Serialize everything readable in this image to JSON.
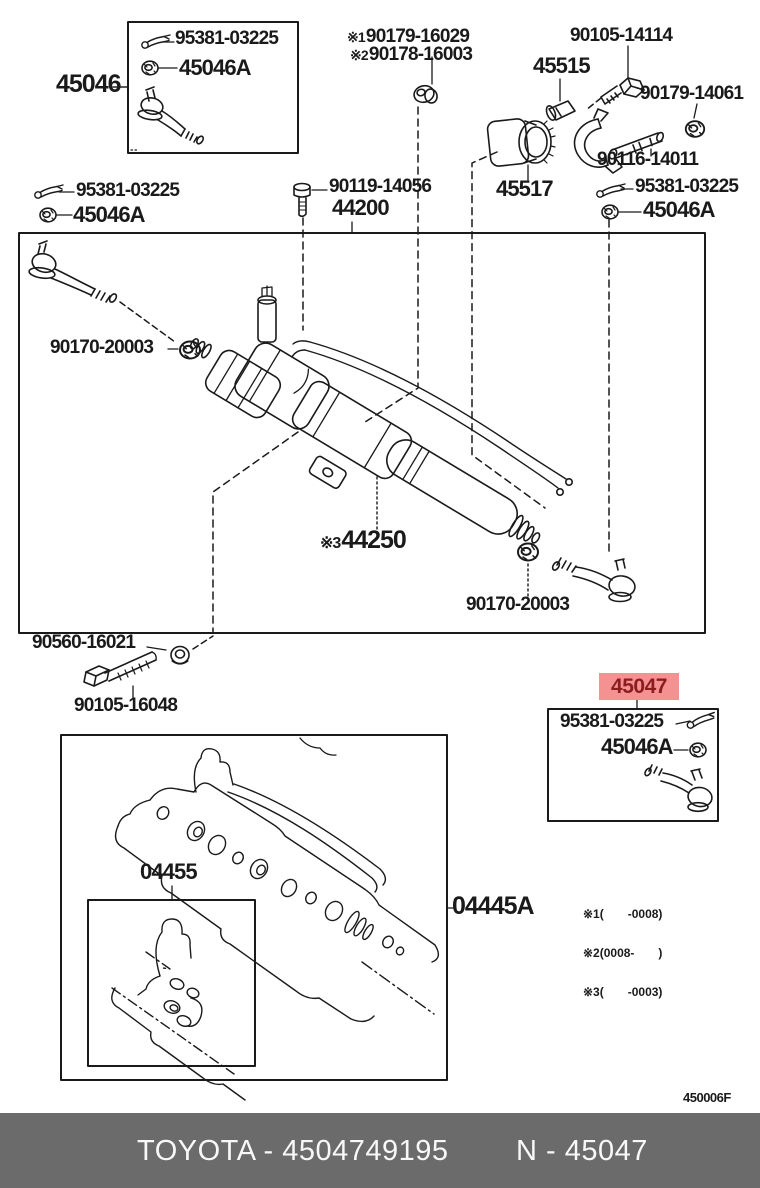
{
  "page": {
    "figure_code": "450006F",
    "footer_bar": {
      "bg": "#6b6b6b",
      "brand_part": "TOYOTA - 4504749195",
      "figure_ref": "N - 45047"
    }
  },
  "highlight": {
    "part": "45047",
    "bg": "#f49292",
    "color": "#8b1d1d"
  },
  "labels": {
    "tl_box": {
      "pin": "95381-03225",
      "nut": "45046A",
      "assembly": "45046"
    },
    "top_nuts": {
      "p1_prefix": "※1",
      "p1": "90179-16029",
      "p2_prefix": "※2",
      "p2": "90178-16003"
    },
    "top_right": {
      "bolt": "90105-14114",
      "clamp": "45515",
      "nut": "90179-14061",
      "stud": "90116-14011",
      "grommet": "45517"
    },
    "mid": {
      "bolt": "90119-14056",
      "gear": "44200",
      "left_pin": "95381-03225",
      "left_nut": "45046A",
      "right_pin": "95381-03225",
      "right_nut": "45046A"
    },
    "rack": {
      "nut_left": "90170-20003",
      "prefix": "※3",
      "part": "44250",
      "nut_right": "90170-20003"
    },
    "bottom_left": {
      "washer": "90560-16021",
      "bolt": "90105-16048"
    },
    "tie_rod_box": {
      "pin": "95381-03225",
      "nut": "45046A"
    },
    "kits": {
      "seal_kit": "04455",
      "housing_kit": "04445A"
    },
    "footnotes": [
      "※1(　　-0008)",
      "※2(0008-　　)",
      "※3(　　-0003)"
    ]
  }
}
